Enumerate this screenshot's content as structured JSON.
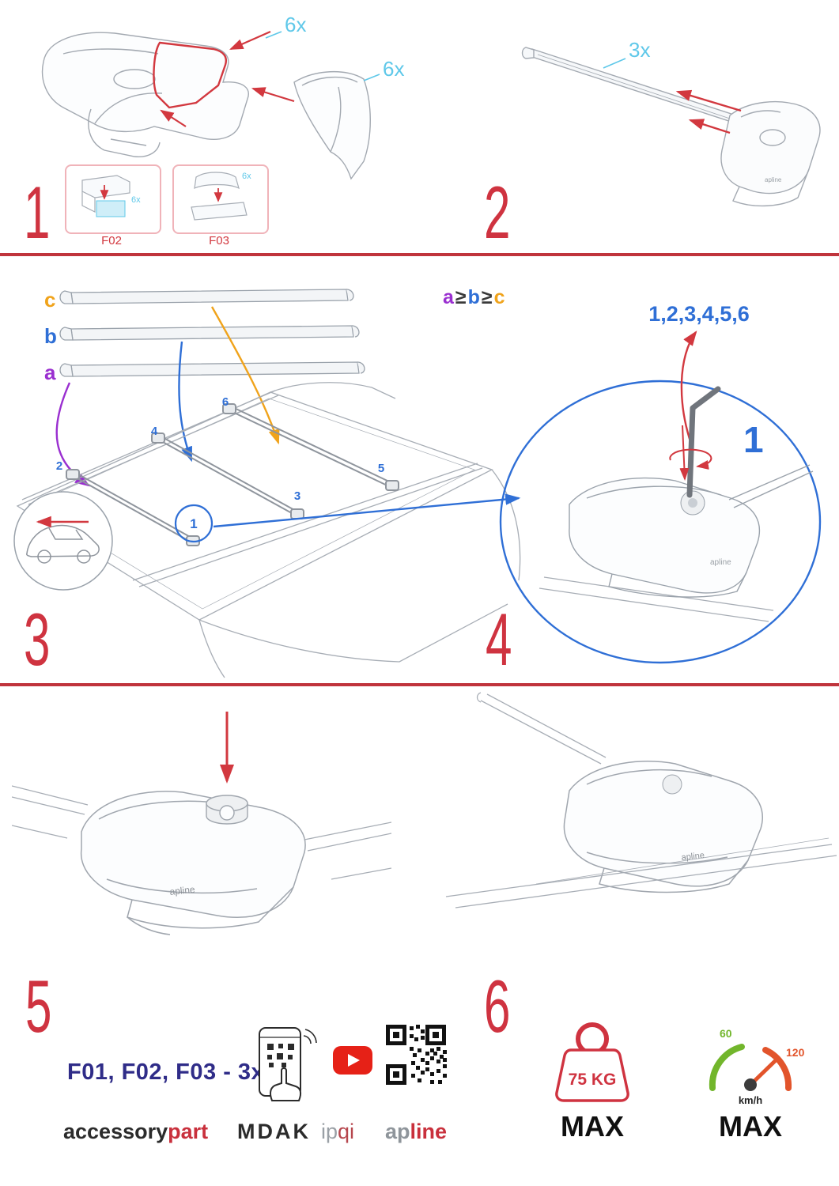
{
  "colors": {
    "accent_red": "#cf3340",
    "cyan": "#5fc8e9",
    "blue": "#2f6fd6",
    "purple": "#9a2fd0",
    "orange": "#f0a31b",
    "navy": "#2f2c88",
    "green": "#72b62c",
    "speed_orange": "#e2542b"
  },
  "step1": {
    "num": "1",
    "qty_cover_top": "6x",
    "qty_cover_side": "6x",
    "thumb1_label": "F02",
    "thumb2_label": "F03",
    "thumb1_qty": "6x",
    "thumb2_qty": "6x"
  },
  "step2": {
    "num": "2",
    "qty": "3x"
  },
  "step3": {
    "num": "3",
    "bar_a": "a",
    "bar_b": "b",
    "bar_c": "c",
    "formula_a": "a",
    "formula_ge1": "≥",
    "formula_b": "b",
    "formula_ge2": "≥",
    "formula_c": "c",
    "pos1": "1",
    "pos2": "2",
    "pos3": "3",
    "pos4": "4",
    "pos5": "5",
    "pos6": "6"
  },
  "step4": {
    "num": "4",
    "sequence": "1,2,3,4,5,6",
    "step_label": "1"
  },
  "step5": {
    "num": "5"
  },
  "step6": {
    "num": "6"
  },
  "foot_logo": "apline",
  "footer": {
    "parts_line": "F01, F02, F03 - 3x",
    "brand1_a": "accessory",
    "brand1_b": "part",
    "brand2": "MDAK",
    "brand3_a": "ip",
    "brand3_b": "qi",
    "brand4_a": "ap",
    "brand4_b": "line",
    "weight_value": "75 KG",
    "weight_max": "MAX",
    "speed_low": "60",
    "speed_high": "120",
    "speed_unit": "km/h",
    "speed_max": "MAX"
  }
}
